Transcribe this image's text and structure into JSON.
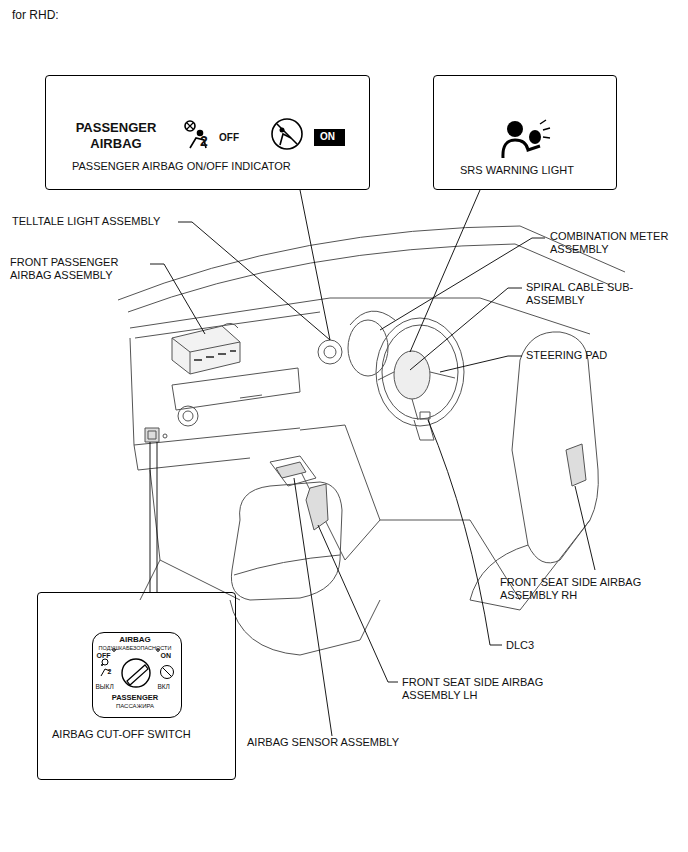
{
  "diagram": {
    "title": "for RHD:",
    "nodes": [
      {
        "text": [
          "PASSENGER AIRBAG",
          "2",
          "OFF",
          "PASSENGER AIRBAG ON/OFF INDICATOR"
        ]
      },
      {
        "text": [
          "ON"
        ],
        "in": 0
      },
      {
        "text": [
          "SRS WARNING LIGHT"
        ]
      },
      {
        "text": [
          "AIRBAG CUT-OFF SWITCH"
        ]
      },
      {
        "text": [
          "AIRBAG",
          "ПОДУШКАБЕЗОПАСНОСТИ",
          "OFF",
          "ON",
          "2",
          "ВЫКЛ",
          "ВКЛ",
          "PASSENGER",
          "ПАССАЖИРА"
        ],
        "in": 3
      }
    ],
    "labels": [
      "TELLTALE LIGHT ASSEMBLY",
      "FRONT PASSENGER AIRBAG ASSEMBLY",
      "COMBINATION METER ASSEMBLY",
      "SPIRAL CABLE SUB-ASSEMBLY",
      "STEERING PAD",
      "FRONT SEAT SIDE AIRBAG ASSEMBLY RH",
      "DLC3",
      "FRONT SEAT SIDE AIRBAG ASSEMBLY LH",
      "AIRBAG SENSOR ASSEMBLY"
    ]
  }
}
